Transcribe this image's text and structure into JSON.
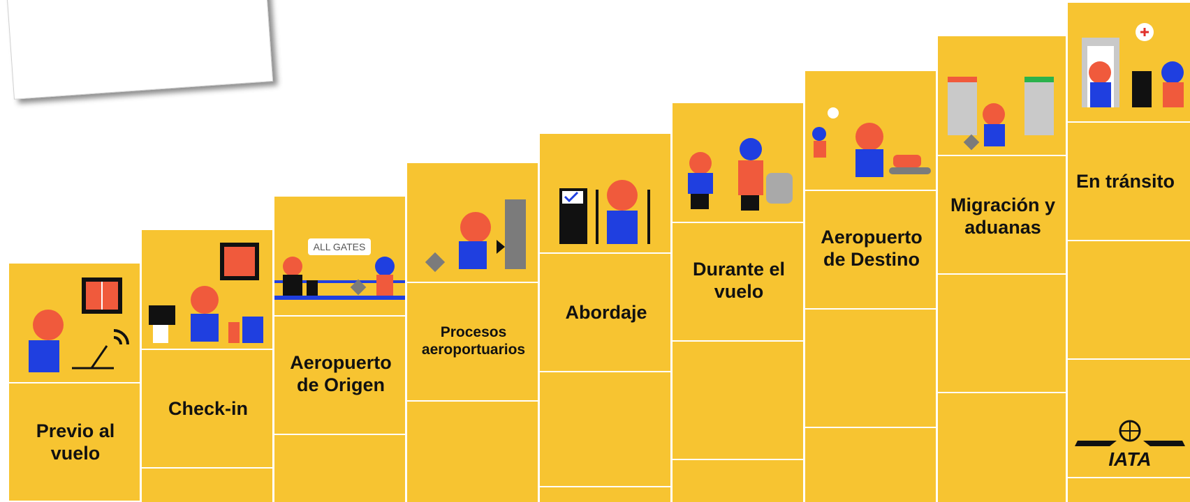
{
  "steps": [
    {
      "label": "Previo al vuelo"
    },
    {
      "label": "Check-in"
    },
    {
      "label": "Aeropuerto de Origen",
      "sign": "ALL GATES"
    },
    {
      "label": "Procesos aeroportuarios"
    },
    {
      "label": "Abordaje"
    },
    {
      "label": "Durante el vuelo"
    },
    {
      "label": "Aeropuerto de Destino"
    },
    {
      "label": "Migración y aduanas"
    },
    {
      "label": "En tránsito",
      "logo": "IATA"
    }
  ],
  "colors": {
    "step": "#f7c431",
    "head": "#f05a3c",
    "body": "#1f3fe0",
    "dark": "#111111",
    "gray": "#7b7b7b"
  }
}
